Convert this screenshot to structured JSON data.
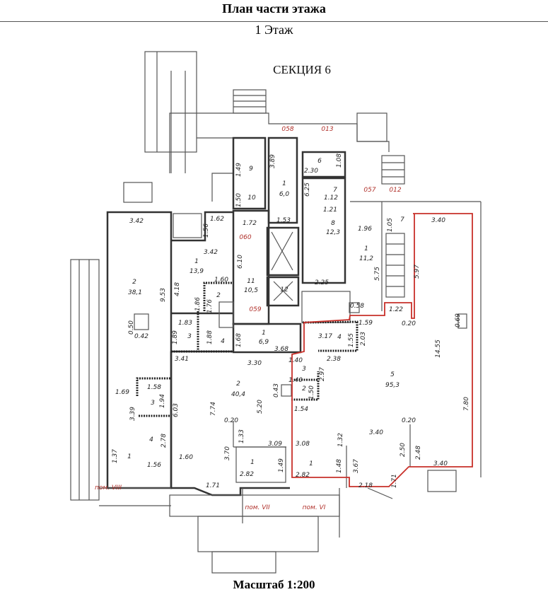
{
  "header": {
    "title": "План части этажа",
    "floor": "1 Этаж",
    "section": "СЕКЦИЯ 6"
  },
  "footer": {
    "scale": "Масштаб 1:200"
  },
  "colors": {
    "highlight_outline": "#c8302a",
    "premise_codes": "#b0302a"
  },
  "premise_codes": [
    "058",
    "013",
    "057",
    "012",
    "060",
    "059",
    "пом. VIII",
    "пом. VII",
    "пом. VI"
  ],
  "rooms": [
    {
      "num": "1",
      "area": "6,0"
    },
    {
      "num": "8",
      "area": "12,3"
    },
    {
      "num": "1",
      "area": "13,9"
    },
    {
      "num": "11",
      "area": "10,5"
    },
    {
      "num": "1",
      "area": "6,9"
    },
    {
      "num": "1",
      "area": "11,2"
    },
    {
      "num": "2",
      "area": "38,1"
    },
    {
      "num": "2",
      "area": "40,4"
    },
    {
      "num": "5",
      "area": "95,3"
    }
  ],
  "small_rooms": [
    "9",
    "10",
    "6",
    "7",
    "12",
    "2",
    "3",
    "4",
    "4",
    "7",
    "3",
    "2",
    "3",
    "4",
    "1",
    "1",
    "1"
  ],
  "dims": [
    "1.49",
    "3.89",
    "1.08",
    "2.30",
    "6.25",
    "1.12",
    "1.50",
    "1.72",
    "1.53",
    "1.21",
    "2.25",
    "1.62",
    "1.56",
    "3.42",
    "6.10",
    "4.18",
    "1.60",
    "1.86",
    "1.76",
    "1.83",
    "1.89",
    "1.88",
    "1.68",
    "3.68",
    "1.96",
    "5.75",
    "1.05",
    "0.58",
    "1.59",
    "1.22",
    "0.20",
    "3.17",
    "1.55",
    "2.03",
    "3.40",
    "5.97",
    "0.69",
    "14.55",
    "7.80",
    "2.38",
    "1.40",
    "2.97",
    "1.40",
    "1.50",
    "1.54",
    "0.43",
    "0.20",
    "3.40",
    "2.50",
    "2.48",
    "1.32",
    "3.08",
    "1.48",
    "3.67",
    "2.82",
    "2.18",
    "1.71",
    "3.40",
    "3.42",
    "9.53",
    "0.50",
    "0.42",
    "3.41",
    "3.30",
    "6.03",
    "7.74",
    "5.20",
    "1.69",
    "1.58",
    "1.94",
    "3.39",
    "2.78",
    "0.20",
    "1.33",
    "3.09",
    "1.37",
    "1.56",
    "1.60",
    "3.70",
    "2.82",
    "1.49",
    "1.71"
  ]
}
